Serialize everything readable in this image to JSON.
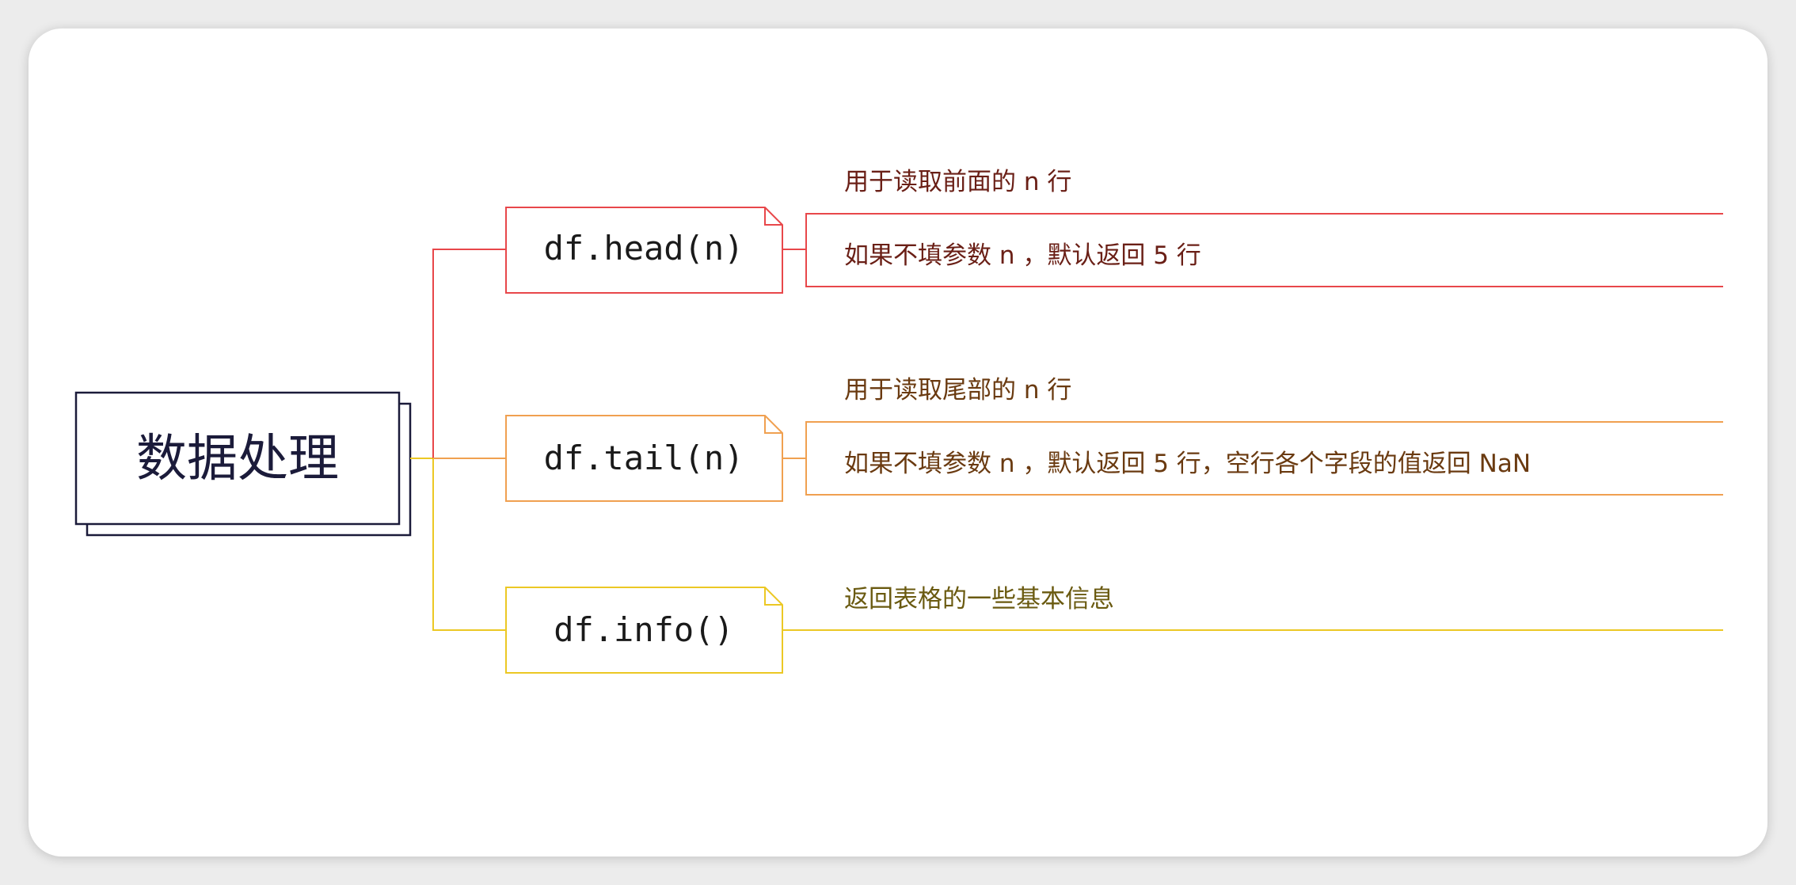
{
  "root": {
    "label": "数据处理"
  },
  "colors": {
    "root": "#1b1b3a",
    "red": "#e8474a",
    "orange": "#f0a050",
    "yellow": "#ecc824",
    "text_red": "#6a1f16",
    "text_orange": "#6a3a10",
    "text_yellow": "#6a5a10"
  },
  "branches": [
    {
      "label": "df.head(n)",
      "notes": [
        "用于读取前面的 n 行",
        "如果不填参数 n ，默认返回 5 行"
      ]
    },
    {
      "label": "df.tail(n)",
      "notes": [
        "用于读取尾部的 n 行",
        "如果不填参数 n ，默认返回 5 行，空行各个字段的值返回 NaN"
      ]
    },
    {
      "label": "df.info()",
      "notes": [
        "返回表格的一些基本信息"
      ]
    }
  ]
}
